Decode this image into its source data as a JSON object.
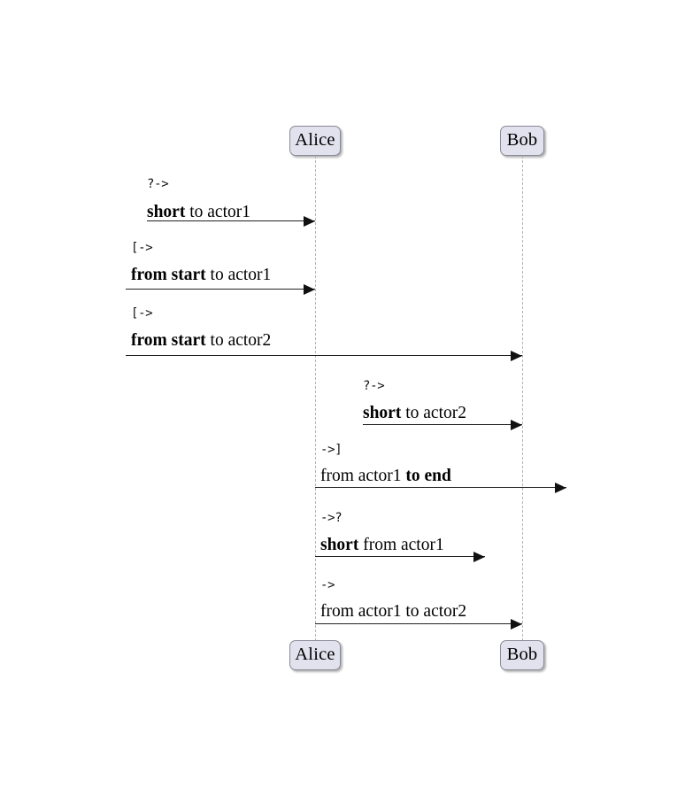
{
  "diagram": {
    "type": "sequence-diagram",
    "background_color": "#ffffff",
    "actor_fill_color": "#E2E2EE",
    "actor_border_color": "#8a8a99",
    "lifeline_color": "#b3b3bb",
    "arrow_color": "#222222"
  },
  "actors": [
    {
      "id": "actor1",
      "name": "Alice"
    },
    {
      "id": "actor2",
      "name": "Bob"
    }
  ],
  "messages": [
    {
      "syntax": "?->",
      "label_plain": "short to actor1",
      "label_parts": [
        {
          "text": "short",
          "bold": true
        },
        {
          "text": " to actor1",
          "bold": false
        }
      ],
      "from": "found",
      "to": "actor1"
    },
    {
      "syntax": "[->",
      "label_plain": "from start to actor1",
      "label_parts": [
        {
          "text": "from start",
          "bold": true
        },
        {
          "text": " to actor1",
          "bold": false
        }
      ],
      "from": "start",
      "to": "actor1"
    },
    {
      "syntax": "[->",
      "label_plain": "from start to actor2",
      "label_parts": [
        {
          "text": "from start",
          "bold": true
        },
        {
          "text": " to actor2",
          "bold": false
        }
      ],
      "from": "start",
      "to": "actor2"
    },
    {
      "syntax": "?->",
      "label_plain": "short to actor2",
      "label_parts": [
        {
          "text": "short",
          "bold": true
        },
        {
          "text": " to actor2",
          "bold": false
        }
      ],
      "from": "found",
      "to": "actor2"
    },
    {
      "syntax": "->]",
      "label_plain": "from actor1 to end",
      "label_parts": [
        {
          "text": "from actor1 ",
          "bold": false
        },
        {
          "text": "to end",
          "bold": true
        }
      ],
      "from": "actor1",
      "to": "end"
    },
    {
      "syntax": "->?",
      "label_plain": "short from actor1",
      "label_parts": [
        {
          "text": "short",
          "bold": true
        },
        {
          "text": " from actor1",
          "bold": false
        }
      ],
      "from": "actor1",
      "to": "lost"
    },
    {
      "syntax": "->",
      "label_plain": "from actor1 to actor2",
      "label_parts": [
        {
          "text": "from actor1 to actor2",
          "bold": false
        }
      ],
      "from": "actor1",
      "to": "actor2"
    }
  ]
}
